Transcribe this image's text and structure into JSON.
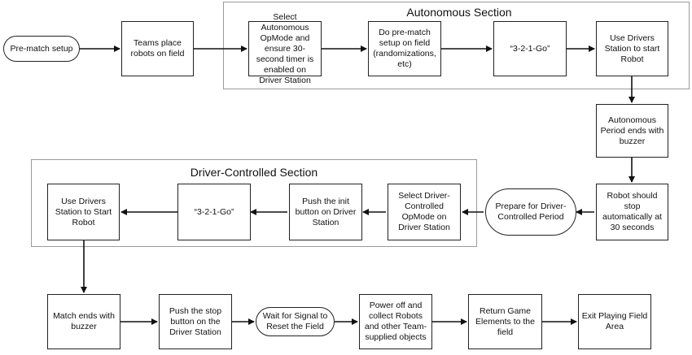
{
  "sections": {
    "autonomous_title": "Autonomous Section",
    "driver_title": "Driver-Controlled Section"
  },
  "nodes": {
    "pre_match_setup": "Pre-match setup",
    "teams_place_robots": "Teams place robots on field",
    "select_autonomous_opmode": "Select Autonomous OpMode and ensure 30-second timer is enabled on Driver Station",
    "do_prematch_setup": "Do pre-match setup on field (randomizations, etc)",
    "countdown_auto": "“3-2-1-Go”",
    "use_ds_start_auto": "Use Drivers Station to start Robot",
    "autonomous_period_ends": "Autonomous Period ends with buzzer",
    "robot_stop_30s": "Robot should stop automatically at 30 seconds",
    "prepare_driver_period": "Prepare for Driver-Controlled Period",
    "select_driver_opmode": "Select Driver-Controlled OpMode on Driver Station",
    "push_init": "Push the init button on Driver Station",
    "countdown_driver": "“3-2-1-Go”",
    "use_ds_start_driver": "Use Drivers Station to Start Robot",
    "match_ends": "Match ends with buzzer",
    "push_stop": "Push the stop button on the Driver Station",
    "wait_signal": "Wait for Signal to Reset the Field",
    "power_off_collect": "Power off and collect Robots and other Team-supplied objects",
    "return_game_elements": "Return Game Elements to the field",
    "exit_field": "Exit Playing Field Area"
  },
  "colors": {
    "line": "#111111",
    "section_border": "#9a9a9a"
  }
}
